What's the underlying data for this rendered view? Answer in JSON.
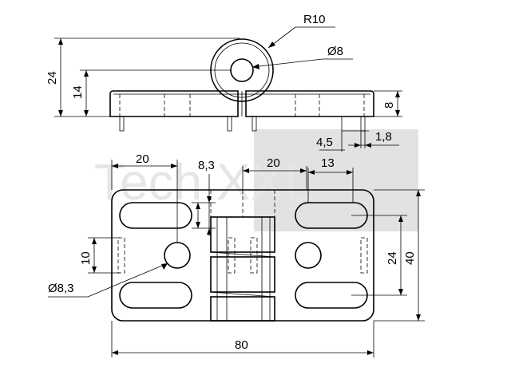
{
  "watermark": {
    "text": "Tech XXL"
  },
  "side_view": {
    "dim_overall_height": "24",
    "dim_axis_height": "14",
    "dim_leaf_thickness": "8",
    "dim_radius": "R10",
    "dim_bore": "Ø8",
    "dim_pin_length": "4,5",
    "dim_pin_diameter": "1,8"
  },
  "top_view": {
    "dim_slot_pitch": "20",
    "dim_slot_height": "8,3",
    "dim_knuckle_width": "20",
    "dim_slot_length": "13",
    "dim_pin_spacing": "10",
    "dim_hole_diameter": "Ø8,3",
    "dim_slot_spacing": "24",
    "dim_total_width": "40",
    "dim_total_length": "80"
  },
  "colors": {
    "line": "#000000",
    "watermark": "#e2e2e2"
  }
}
